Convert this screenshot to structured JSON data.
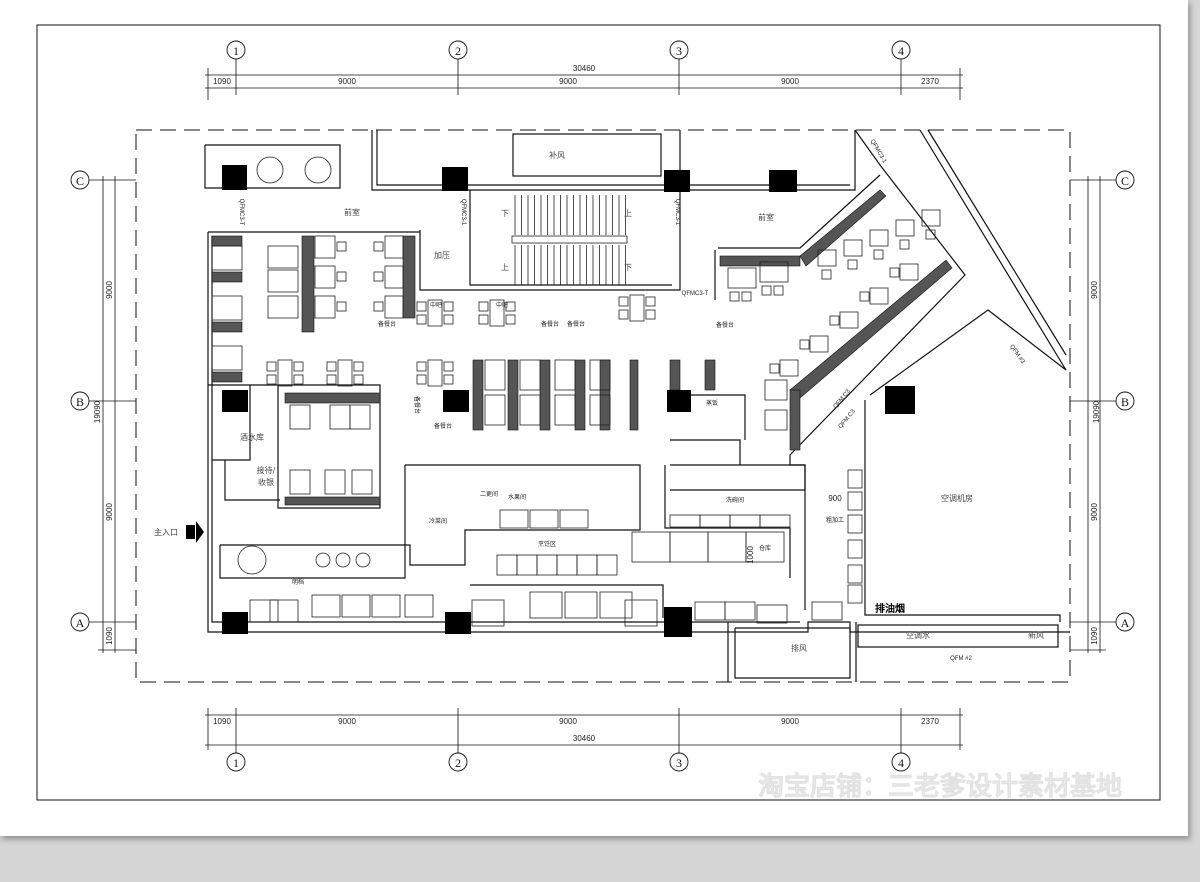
{
  "drawing": {
    "grid_columns": [
      "1",
      "2",
      "3",
      "4"
    ],
    "grid_rows": [
      "A",
      "B",
      "C"
    ],
    "dimensions": {
      "horizontal_total": "30460",
      "horizontal_segments": [
        "1090",
        "9000",
        "9000",
        "9000",
        "2370"
      ],
      "vertical_total": "19090",
      "vertical_segments": [
        "9000",
        "9000",
        "1090"
      ],
      "misc": [
        "900",
        "1000"
      ]
    },
    "rooms": {
      "vestibule_left": "前室",
      "vestibule_right": "前室",
      "fresh_air_supply": "补风",
      "pressurization": "加压",
      "stair_down_1": "下",
      "stair_up_1": "上",
      "stair_up_2": "上",
      "stair_down_2": "下",
      "middle_bar_1": "中吧",
      "middle_bar_2": "中吧",
      "serving_station_1": "备餐台",
      "serving_station_2": "备餐台",
      "serving_station_3": "备餐台",
      "serving_station_4": "备餐台",
      "serving_station_5": "备餐台",
      "serving_station_6": "备餐台",
      "wine_storage": "酒水库",
      "reception_line1": "接待/",
      "reception_line2": "收银",
      "main_entrance": "主入口",
      "cold_dish_room": "冷菜间",
      "changing_room": "二更间",
      "fruit_room": "水果间",
      "cooking_area": "烹饪区",
      "open_kitchen": "明档",
      "dishwashing": "洗碗间",
      "rough_processing": "粗加工",
      "storage": "仓库",
      "rice_steaming": "蒸饭",
      "ac_machine_room": "空调机房",
      "exhaust": "排风",
      "ac_water": "空调水",
      "fresh_air": "新风",
      "smoke_exhaust": "排油烟"
    },
    "doors": {
      "d1": "QFMC3-T",
      "d2": "QFMC3-1",
      "d3": "QFMC3-1",
      "d4": "QFMC3-1",
      "d5": "QFMC3-T",
      "d6": "QFM #3",
      "d7": "QFM C3",
      "d8": "QFM C3",
      "d9": "QFM #2"
    },
    "watermark": "淘宝店铺：三老爹设计素材基地"
  }
}
